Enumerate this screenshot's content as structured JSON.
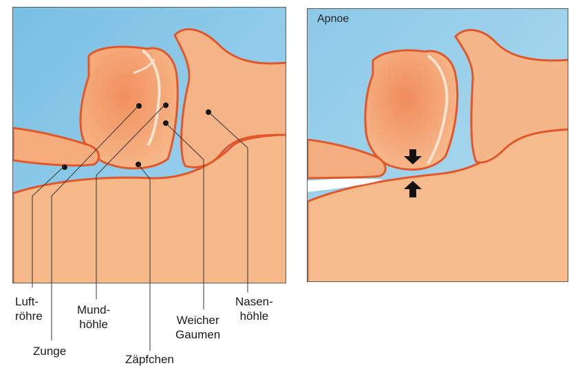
{
  "panels": {
    "normal": {
      "title": ""
    },
    "apnea": {
      "title": "Apnoe"
    }
  },
  "labels": {
    "luftroehre": "Luft-\nröhre",
    "zunge": "Zunge",
    "mundhoehle": "Mund-\nhöhle",
    "zaepfchen": "Zäpfchen",
    "weicher_gaumen": "Weicher\nGaumen",
    "nasenhoehle": "Nasen-\nhöhle"
  },
  "colors": {
    "background_sky": "#8cc8e6",
    "flesh": "#f5b07f",
    "flesh_dark": "#e8703a",
    "outline": "#e2572a",
    "arrow": "#111111"
  },
  "icons": {
    "obstruction_arrows": "arrow-down-and-up-icon"
  }
}
